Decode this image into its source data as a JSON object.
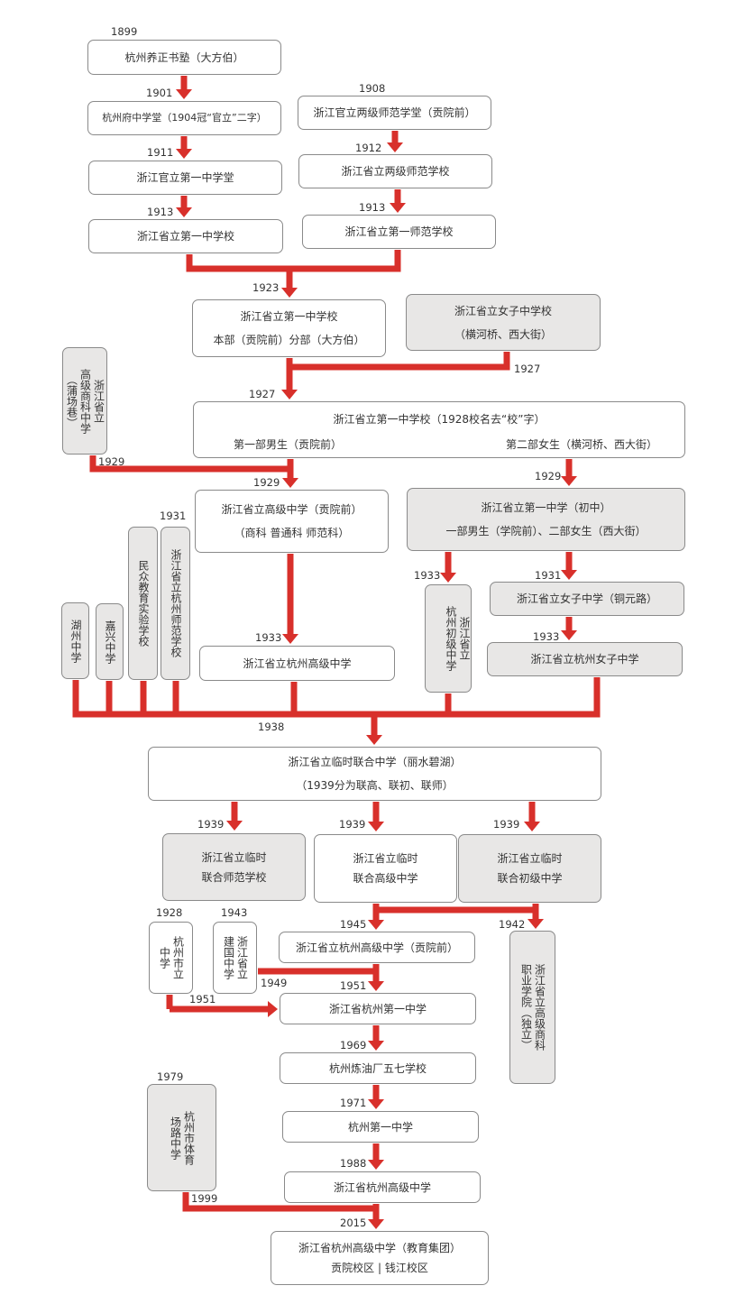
{
  "colors": {
    "connector": "#d8302b",
    "box_border": "#8a8a8a",
    "box_gray": "#e8e7e6"
  },
  "boxes": {
    "yangzheng": {
      "lines": [
        "杭州养正书塾（大方伯）"
      ]
    },
    "hangzhoufu": {
      "lines": [
        "杭州府中学堂（1904冠“官立”二字）"
      ]
    },
    "guanli_zhongxuetang": {
      "lines": [
        "浙江官立第一中学堂"
      ]
    },
    "shengli_1zhong_1913": {
      "lines": [
        "浙江省立第一中学校"
      ]
    },
    "liangji_xuetang": {
      "lines": [
        "浙江官立两级师范学堂（贡院前）"
      ]
    },
    "liangji_xuexiao": {
      "lines": [
        "浙江省立两级师范学校"
      ]
    },
    "shifan_1913": {
      "lines": [
        "浙江省立第一师范学校"
      ]
    },
    "yizhong_1923": {
      "lines": [
        "浙江省立第一中学校",
        "本部（贡院前）分部（大方伯）"
      ]
    },
    "nvzi_zhongxue": {
      "lines": [
        "浙江省立女子中学校",
        "（横河桥、西大街）"
      ]
    },
    "shangke": {
      "lines": [
        "浙江省立",
        "高级商科中学",
        "（蒲场巷）"
      ]
    },
    "yizhong_1927": {
      "title": "浙江省立第一中学校（1928校名去“校”字）",
      "left": "第一部男生（贡院前）",
      "right": "第二部女生（横河桥、西大街）"
    },
    "gaoji_1929": {
      "lines": [
        "浙江省立高级中学（贡院前）",
        "（商科  普通科  师范科）"
      ]
    },
    "chuzhong_1929": {
      "lines": [
        "浙江省立第一中学（初中）",
        "一部男生（学院前）、二部女生（西大街）"
      ]
    },
    "huzhou": {
      "lines": [
        "湖州中学"
      ]
    },
    "jiaxing": {
      "lines": [
        "嘉兴中学"
      ]
    },
    "minzhong": {
      "lines": [
        "民众教育实验学校"
      ]
    },
    "hangzhou_shifan": {
      "lines": [
        "浙江省立杭州师范学校"
      ]
    },
    "hangzhou_gaozhong_1933": {
      "lines": [
        "浙江省立杭州高级中学"
      ]
    },
    "chuji_1933": {
      "lines": [
        "浙江省立",
        "杭州初级中学"
      ]
    },
    "nvzi_1931": {
      "lines": [
        "浙江省立女子中学（铜元路）"
      ]
    },
    "hangzhou_nvzi_1933": {
      "lines": [
        "浙江省立杭州女子中学"
      ]
    },
    "linshi_lianhe": {
      "lines": [
        "浙江省立临时联合中学（丽水碧湖）",
        "（1939分为联高、联初、联师）"
      ]
    },
    "lianhe_shifan": {
      "lines": [
        "浙江省立临时",
        "联合师范学校"
      ]
    },
    "lianhe_gaoji": {
      "lines": [
        "浙江省立临时",
        "联合高级中学"
      ]
    },
    "lianhe_chuji": {
      "lines": [
        "浙江省立临时",
        "联合初级中学"
      ]
    },
    "shili_zhongxue": {
      "lines": [
        "杭州市立",
        "中学"
      ]
    },
    "jianguo": {
      "lines": [
        "浙江省立",
        "建国中学"
      ]
    },
    "gaozhong_1945": {
      "lines": [
        "浙江省立杭州高级中学（贡院前）"
      ]
    },
    "shangke_zhiye": {
      "lines": [
        "浙江省立高级商科",
        "职业学院（独立）"
      ]
    },
    "diyi_1951": {
      "lines": [
        "浙江省杭州第一中学"
      ]
    },
    "lianyouchang": {
      "lines": [
        "杭州炼油厂五七学校"
      ]
    },
    "tiyuchang": {
      "lines": [
        "杭州市体育",
        "场路中学"
      ]
    },
    "diyi_1971": {
      "lines": [
        "杭州第一中学"
      ]
    },
    "gaoji_1988": {
      "lines": [
        "浙江省杭州高级中学"
      ]
    },
    "jituan_2015": {
      "lines": [
        "浙江省杭州高级中学（教育集团）",
        "贡院校区 | 钱江校区"
      ]
    }
  },
  "years": {
    "y1899": "1899",
    "y1901": "1901",
    "y1908": "1908",
    "y1911": "1911",
    "y1912": "1912",
    "y1913a": "1913",
    "y1913b": "1913",
    "y1923": "1923",
    "y1927a": "1927",
    "y1927b": "1927",
    "y1929a": "1929",
    "y1929b": "1929",
    "y1929c": "1929",
    "y1931a": "1931",
    "y1931b": "1931",
    "y1933a": "1933",
    "y1933b": "1933",
    "y1933c": "1933",
    "y1938": "1938",
    "y1939a": "1939",
    "y1939b": "1939",
    "y1939c": "1939",
    "y1928": "1928",
    "y1943": "1943",
    "y1945": "1945",
    "y1942": "1942",
    "y1949": "1949",
    "y1951a": "1951",
    "y1951b": "1951",
    "y1969": "1969",
    "y1979": "1979",
    "y1971": "1971",
    "y1988": "1988",
    "y1999": "1999",
    "y2015": "2015"
  }
}
